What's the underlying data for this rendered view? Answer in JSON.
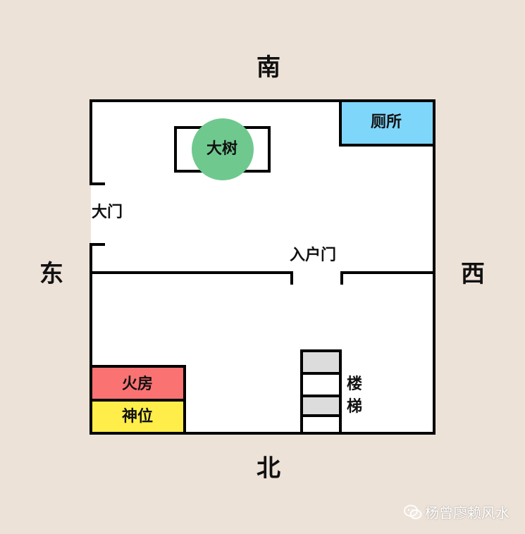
{
  "directions": {
    "south": "南",
    "north": "北",
    "east": "东",
    "west": "西"
  },
  "rooms": {
    "toilet": {
      "label": "厕所",
      "color": "#7fd6fb"
    },
    "kitchen": {
      "label": "火房",
      "color": "#fb7272"
    },
    "shrine": {
      "label": "神位",
      "color": "#ffed4a"
    }
  },
  "features": {
    "tree": {
      "label": "大树",
      "color": "#6fc98f"
    },
    "main_gate": "大门",
    "entry_door": "入户门",
    "stairs_line1": "楼",
    "stairs_line2": "梯"
  },
  "watermark": {
    "text": "杨曾廖赖风水",
    "icon": "wechat-icon"
  }
}
